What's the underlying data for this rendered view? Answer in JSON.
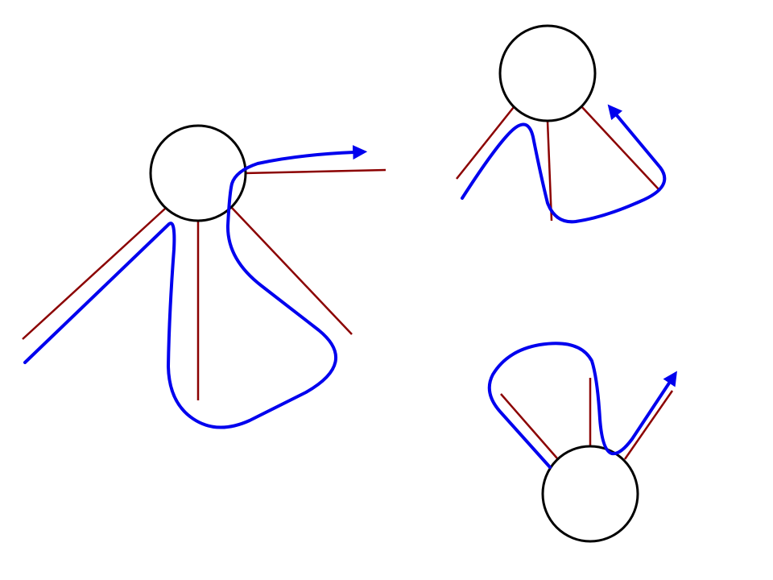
{
  "colors": {
    "background": "#ffffff",
    "node_stroke": "#000000",
    "edge": "#8b0000",
    "path": "#0000ee"
  },
  "diagram": {
    "nodes": [
      {
        "name": "vertex-left"
      },
      {
        "name": "vertex-top-right"
      },
      {
        "name": "vertex-bottom-right"
      }
    ]
  }
}
